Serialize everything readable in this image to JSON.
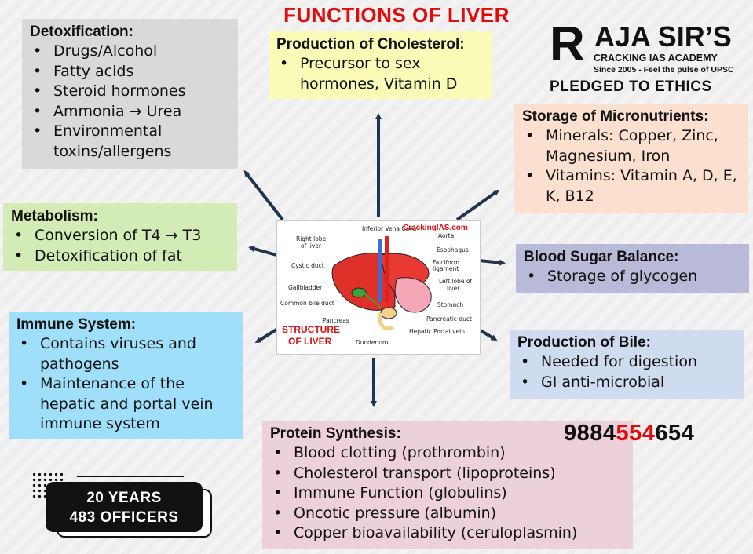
{
  "title": "FUNCTIONS OF LIVER",
  "colors": {
    "title": "#e30a0a",
    "accent": "#e30a0a"
  },
  "detox": {
    "heading": "Detoxification:",
    "items": [
      "Drugs/Alcohol",
      "Fatty acids",
      "Steroid hormones",
      "Ammonia → Urea",
      "Environmental toxins/allergens"
    ]
  },
  "cholesterol": {
    "heading": "Production of Cholesterol:",
    "items": [
      "Precursor to sex hormones, Vitamin D"
    ]
  },
  "micronutrients": {
    "heading": "Storage of Micronutrients:",
    "items": [
      "Minerals: Copper, Zinc, Magnesium, Iron",
      "Vitamins: Vitamin A, D, E, K, B12"
    ]
  },
  "metabolism": {
    "heading": "Metabolism:",
    "items": [
      "Conversion of T4 → T3",
      "Detoxification of fat"
    ]
  },
  "blood_sugar": {
    "heading": "Blood Sugar Balance:",
    "items": [
      "Storage of glycogen"
    ]
  },
  "immune": {
    "heading": "Immune System:",
    "items": [
      "Contains viruses and pathogens",
      "Maintenance of the hepatic and portal vein immune system"
    ]
  },
  "bile": {
    "heading": "Production of Bile:",
    "items": [
      "Needed for digestion",
      "GI anti-microbial"
    ]
  },
  "protein": {
    "heading": "Protein Synthesis:",
    "items": [
      "Blood clotting (prothrombin)",
      "Cholesterol transport (lipoproteins)",
      "Immune Function (globulins)",
      "Oncotic pressure (albumin)",
      "Copper bioavailability (ceruloplasmin)"
    ]
  },
  "logo": {
    "letter": "R",
    "name": "AJA SIR’S",
    "subtitle": "CRACKING IAS ACADEMY",
    "tagline": "Since 2005 - Feel the pulse of UPSC",
    "pledge": "PLEDGED TO ETHICS"
  },
  "phone": {
    "part1": "9884",
    "part2": "554",
    "part3": "654"
  },
  "badge": {
    "line1": "20 YEARS",
    "line2": "483 OFFICERS"
  },
  "center": {
    "site": "CrackingIAS.com",
    "caption1": "STRUCTURE",
    "caption2": "OF LIVER",
    "labels": {
      "ivc": "Inferior Vena Cava",
      "right_lobe_1": "Right lobe",
      "right_lobe_2": "of liver",
      "aorta": "Aorta",
      "esophagus": "Esophagus",
      "cystic": "Cystic duct",
      "falciform_1": "Falciform",
      "falciform_2": "ligament",
      "left_lobe_1": "Left lobe of",
      "left_lobe_2": "liver",
      "gallbladder": "Gallbladder",
      "common_bile": "Common bile duct",
      "stomach": "Stomach",
      "pancreas": "Pancreas",
      "pancreatic_duct": "Pancreatic duct",
      "hepatic_portal": "Hepatic Portal vein",
      "duodenum": "Duodenum"
    }
  }
}
